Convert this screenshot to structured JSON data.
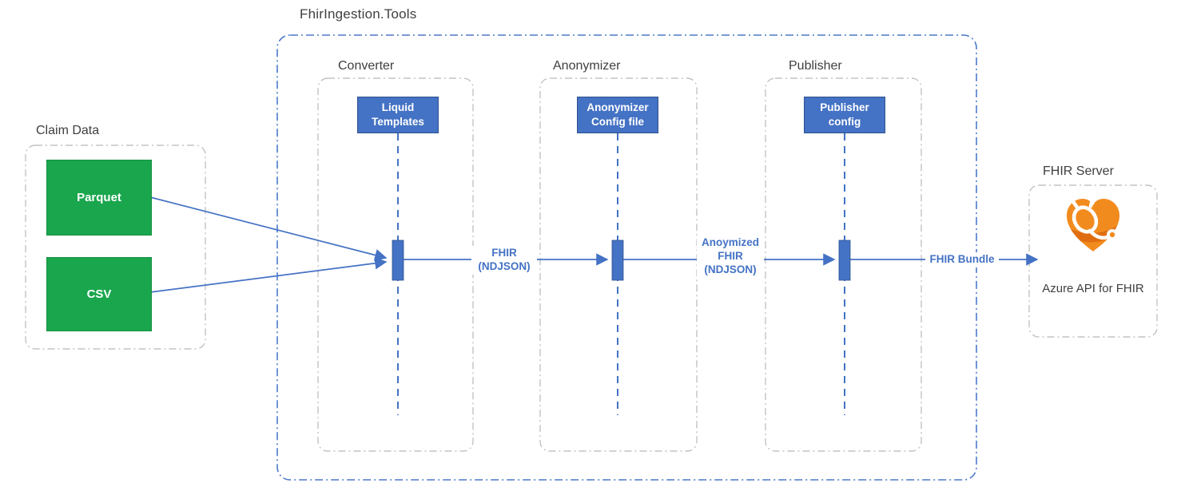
{
  "diagram": {
    "title": "FhirIngestion.Tools",
    "claim_data": {
      "label": "Claim Data",
      "sources": [
        {
          "label": "Parquet"
        },
        {
          "label": "CSV"
        }
      ]
    },
    "lanes": [
      {
        "label": "Converter",
        "config": "Liquid Templates"
      },
      {
        "label": "Anonymizer",
        "config": "Anonymizer Config file"
      },
      {
        "label": "Publisher",
        "config": "Publisher config"
      }
    ],
    "flows": [
      {
        "label": "FHIR (NDJSON)"
      },
      {
        "label": "Anoymized FHIR (NDJSON)"
      },
      {
        "label": "FHIR Bundle"
      }
    ],
    "server": {
      "label": "FHIR Server",
      "service": "Azure API for FHIR",
      "icon": "azure-api-for-fhir-icon"
    },
    "colors": {
      "accent_blue": "#4472c4",
      "accent_blue_dark": "#2f528f",
      "green": "#1aa64d",
      "orange": "#f28b1e",
      "orange_dark": "#e06e10",
      "border_gray": "#c3c3c3",
      "text_gray": "#3f3f3f"
    }
  }
}
